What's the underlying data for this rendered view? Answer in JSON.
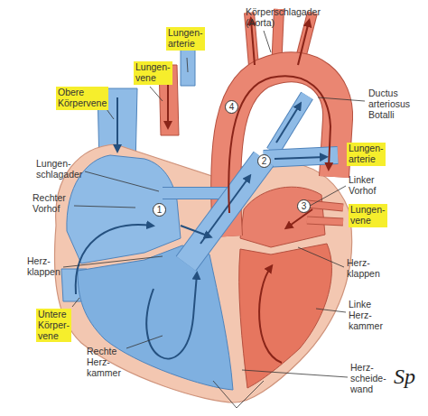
{
  "diagram": {
    "nodes": [
      {
        "text": [
          "Lungen- arterie"
        ]
      },
      {
        "text": [
          "Lungen- vene"
        ]
      },
      {
        "text": [
          "Obere Körpervene"
        ]
      },
      {
        "text": [
          "4"
        ]
      },
      {
        "text": [
          "Lungen- arterie"
        ]
      },
      {
        "text": [
          "2"
        ]
      },
      {
        "text": [
          "Lungen- vene"
        ]
      },
      {
        "text": [
          "3"
        ]
      },
      {
        "text": [
          "1"
        ]
      },
      {
        "text": [
          "Untere Körper- vene"
        ]
      }
    ],
    "labels": [
      "Körperschlagader (Aorta)",
      "Ductus arteriosus Botalli",
      "Lungen- schlagader",
      "Rechter Vorhof",
      "Linker Vorhof",
      "Herz- klappen",
      "Herz- klappen",
      "Linke Herz- kammer",
      "Rechte Herz- kammer",
      "Herz- scheide- wand",
      "Sp"
    ]
  }
}
